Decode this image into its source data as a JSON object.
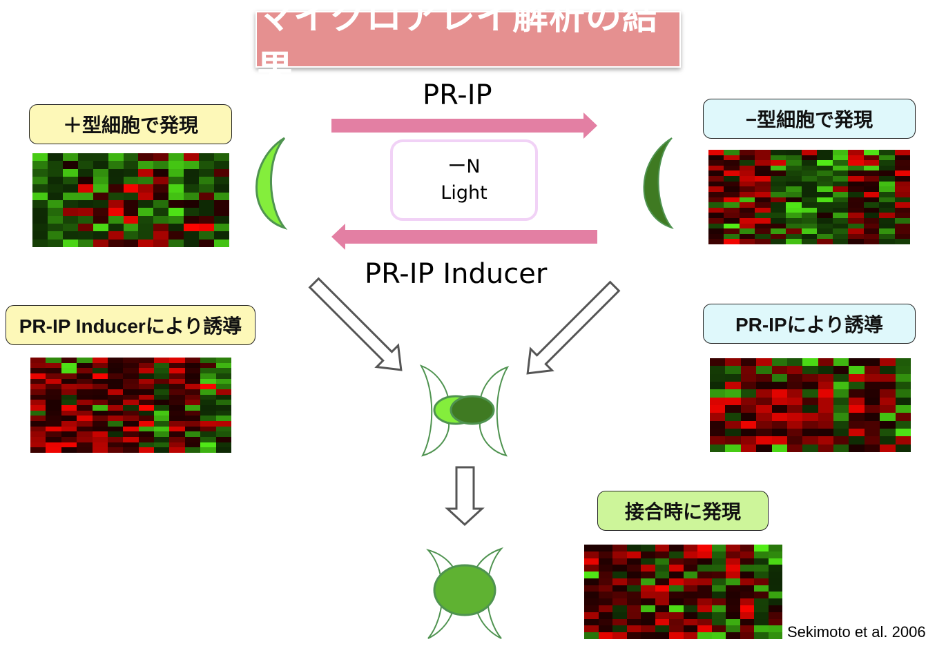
{
  "title": "マイクロアレイ解析の結果",
  "center": {
    "top_arrow_label": "PR-IP",
    "bottom_arrow_label": "PR-IP Inducer",
    "conditions": [
      "ーN",
      "Light"
    ]
  },
  "panels": {
    "plus_type": {
      "label": "＋型細胞で発現",
      "box_color": "#fdf8b8"
    },
    "minus_type": {
      "label": "−型細胞で発現",
      "box_color": "#dff8fb"
    },
    "inducer": {
      "label": "PR-IP Inducerにより誘導",
      "box_color": "#fdf8b8"
    },
    "prip": {
      "label": "PR-IPにより誘導",
      "box_color": "#dff8fb"
    },
    "conjugation": {
      "label": "接合時に発現",
      "box_color": "#cdf59a"
    }
  },
  "cells": {
    "plus_crescent_color": "#84ee3c",
    "minus_crescent_color": "#3f7a22",
    "zygote_color": "#5fb232"
  },
  "citation": "Sekimoto et al. 2006",
  "colors": {
    "title_bg": "#e59090",
    "arrow_pink": "#e37fa3",
    "outline_green": "#4f9350"
  }
}
